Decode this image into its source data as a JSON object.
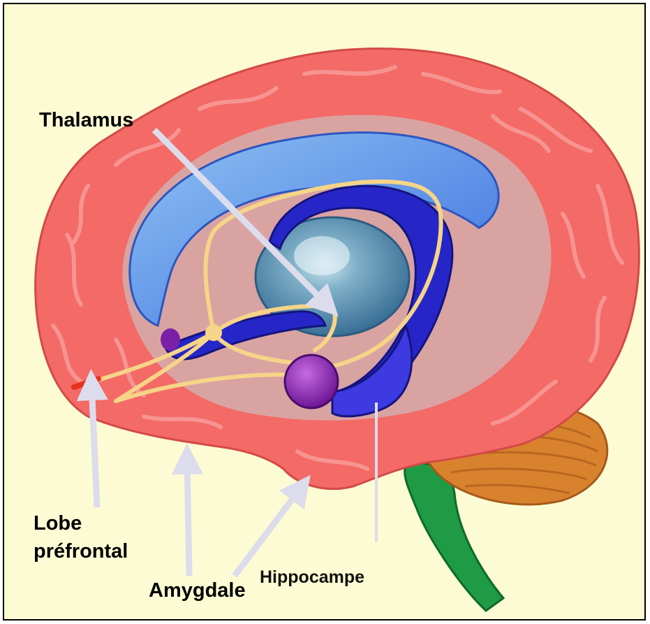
{
  "labels": {
    "thalamus": "Thalamus",
    "lobe_line1": "Lobe",
    "lobe_line2": "préfrontal",
    "amygdale": "Amygdale",
    "hippocampe": "Hippocampe"
  },
  "colors": {
    "background": "#fdfbd3",
    "cortex": "#f36a66",
    "cortex_gyri": "#f79491",
    "inner_area": "#d9a3a2",
    "corpus_callosum": "#4f86e6",
    "limbic_blue": "#2626c8",
    "thalamus_fill": "#5a8fb2",
    "fornix": "#f6d488",
    "amygdala": "#8f27b8",
    "cerebellum": "#d9822e",
    "brainstem": "#1f9a45",
    "arrows": "#dcdcec"
  }
}
